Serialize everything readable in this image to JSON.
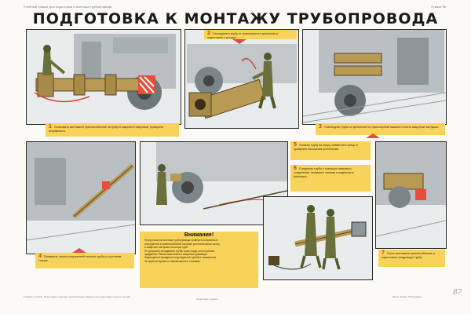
{
  "header": {
    "left": "Учебный плакат для подготовки и монтажа трубопровода",
    "right": "Плакат №"
  },
  "title": "ПОДГОТОВКА К МОНТАЖУ ТРУБОПРОВОДА",
  "steps": [
    {
      "num": "1",
      "text": "Установить монтажное приспособление на трубу и закрепить хомутами, проверить исправность."
    },
    {
      "num": "2",
      "text": "Отсоединить трубу от транспортного крепления и подготовить к укладке."
    },
    {
      "num": "3",
      "text": "Освободить трубы от креплений на транспортной машине и снять защитные заглушки."
    },
    {
      "num": "4",
      "text": "Проверить чистоту внутренней полости трубы и состояние торцов."
    },
    {
      "num": "5",
      "text": "Уложить трубу на опору, совместить концы и проверить положение уплотнения."
    },
    {
      "num": "6",
      "text": "Соединить трубы с помощью замкового соединения, проверить затяжку и надёжность фиксации."
    },
    {
      "num": "7",
      "text": "Снять монтажное приспособление и подготовить следующую трубу."
    }
  ],
  "warning": {
    "title": "Внимание!",
    "lines": [
      "Перед началом монтажа трубопровода проверить исправность",
      "инструмента и приспособлений, наличие уплотнительных колец",
      "и защитных заглушек на концах труб.",
      "Не допускать попадания в трубы грязи, воды и посторонних",
      "предметов. Работы выполнять в защитных рукавицах.",
      "Запрещается находиться под поднятой трубой и становиться",
      "на трубы во время их перемещения и стыковки."
    ]
  },
  "footer": {
    "left": "Учебное пособие. Подготовка к монтажу трубопровода. Издание для подготовки личного состава.",
    "mid": "Подписано к печати",
    "right": "Заказ. Тираж. Типография."
  },
  "stamp": "87",
  "colors": {
    "caption": "#f7d35a",
    "accent": "#e04b4b",
    "frame": "#2a2a2a"
  }
}
